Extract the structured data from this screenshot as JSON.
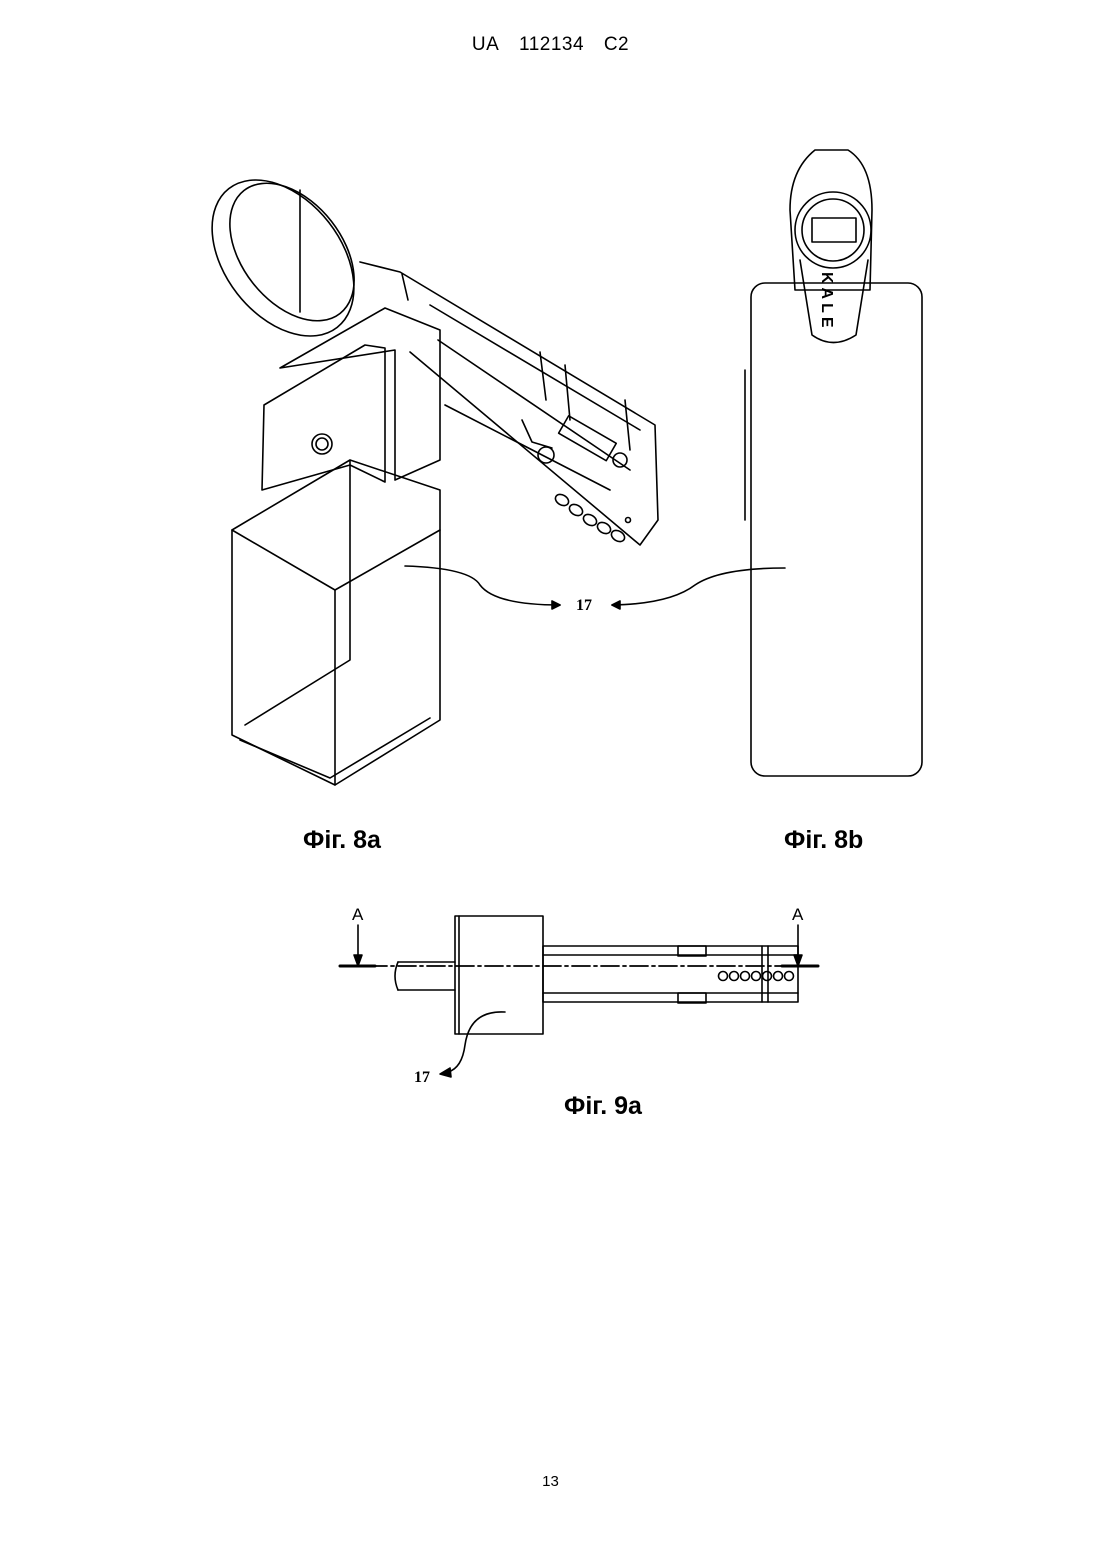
{
  "header": {
    "country": "UA",
    "number": "112134",
    "kind": "C2"
  },
  "figures": {
    "fig8a": {
      "caption": "Фіг. 8a",
      "ref_label": "17"
    },
    "fig8b": {
      "caption": "Фіг. 8b",
      "brand": "KALE"
    },
    "fig9a": {
      "caption": "Фіг. 9a",
      "ref_label": "17",
      "section_left": "A",
      "section_right": "A"
    }
  },
  "page_number": "13"
}
